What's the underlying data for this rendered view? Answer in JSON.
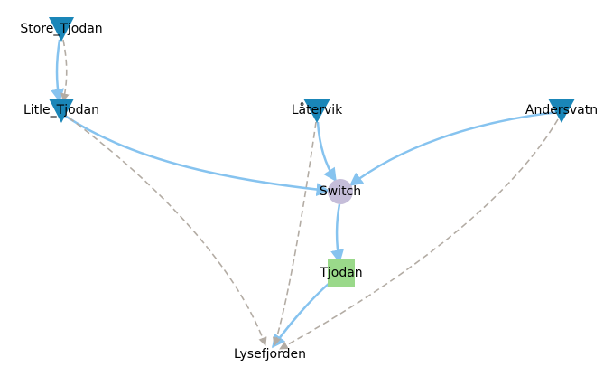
{
  "colors": {
    "reservoir": "#1a86b8",
    "junction": "#c5bdd9",
    "plant": "#9ad98a",
    "flow_edge": "#86c3ef",
    "spill_edge": "#b3aca4",
    "label": "#000000"
  },
  "nodes": {
    "store_tjodan": {
      "label": "Store_Tjodan",
      "kind": "reservoir"
    },
    "litle_tjodan": {
      "label": "Litle_Tjodan",
      "kind": "reservoir"
    },
    "latervik": {
      "label": "Låtervik",
      "kind": "reservoir"
    },
    "andersvatn": {
      "label": "Andersvatn",
      "kind": "reservoir"
    },
    "switch": {
      "label": "Switch",
      "kind": "junction"
    },
    "tjodan": {
      "label": "Tjodan",
      "kind": "plant"
    },
    "lysefjorden": {
      "label": "Lysefjorden",
      "kind": "sink"
    }
  },
  "edges": [
    {
      "from": "store_tjodan",
      "to": "litle_tjodan",
      "style": "flow"
    },
    {
      "from": "store_tjodan",
      "to": "litle_tjodan",
      "style": "spill"
    },
    {
      "from": "litle_tjodan",
      "to": "switch",
      "style": "flow"
    },
    {
      "from": "latervik",
      "to": "switch",
      "style": "flow"
    },
    {
      "from": "andersvatn",
      "to": "switch",
      "style": "flow"
    },
    {
      "from": "switch",
      "to": "tjodan",
      "style": "flow"
    },
    {
      "from": "tjodan",
      "to": "lysefjorden",
      "style": "flow"
    },
    {
      "from": "litle_tjodan",
      "to": "lysefjorden",
      "style": "spill"
    },
    {
      "from": "latervik",
      "to": "lysefjorden",
      "style": "spill"
    },
    {
      "from": "andersvatn",
      "to": "lysefjorden",
      "style": "spill"
    }
  ]
}
